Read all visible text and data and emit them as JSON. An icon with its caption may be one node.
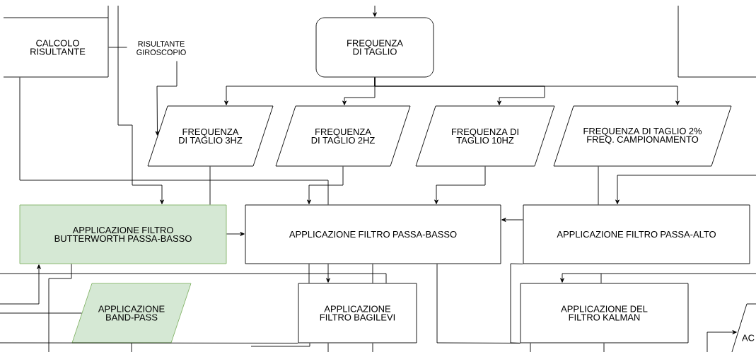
{
  "diagram": {
    "nodes": [
      {
        "text": [
          "CALCOLO RISULTANTE"
        ]
      },
      {
        "text": [
          "RISULTANTE GIROSCOPIO"
        ]
      },
      {
        "text": [
          "FREQUENZA DI TAGLIO"
        ]
      },
      {
        "text": [
          "FREQUENZA DI TAGLIO 3HZ"
        ]
      },
      {
        "text": [
          "FREQUENZA DI TAGLIO 2HZ"
        ]
      },
      {
        "text": [
          "FREQUENZA DI TAGLIO 10HZ"
        ]
      },
      {
        "text": [
          "FREQUENZA DI TAGLIO 2% FREQ. CAMPIONAMENTO"
        ]
      },
      {
        "text": [
          "APPLICAZIONE FILTRO BUTTERWORTH PASSA-BASSO"
        ]
      },
      {
        "text": [
          "APPLICAZIONE FILTRO PASSA-BASSO"
        ]
      },
      {
        "text": [
          "APPLICAZIONE FILTRO PASSA-ALTO"
        ]
      },
      {
        "text": [
          "APPLICAZIONE BAND-PASS"
        ]
      },
      {
        "text": [
          "APPLICAZIONE FILTRO BAGILEVI"
        ]
      },
      {
        "text": [
          "APPLICAZIONE DEL FILTRO KALMAN"
        ]
      },
      {
        "text": [
          "AC"
        ]
      }
    ],
    "edges": [
      {
        "from": null,
        "to": 2,
        "arrow": "to"
      },
      {
        "from": 2,
        "to": 3,
        "arrow": "to"
      },
      {
        "from": 2,
        "to": 4,
        "arrow": "to"
      },
      {
        "from": 2,
        "to": 5,
        "arrow": "to"
      },
      {
        "from": 2,
        "to": 6,
        "arrow": "to"
      },
      {
        "from": 1,
        "to": 3,
        "arrow": "to"
      },
      {
        "from": 0,
        "to": 8,
        "arrow": "none"
      },
      {
        "from": null,
        "to": 7,
        "arrow": "to"
      },
      {
        "from": 3,
        "to": 7,
        "arrow": "none"
      },
      {
        "from": 4,
        "to": 8,
        "arrow": "to"
      },
      {
        "from": 5,
        "to": 8,
        "arrow": "to"
      },
      {
        "from": 6,
        "to": 9,
        "arrow": "none"
      },
      {
        "from": null,
        "to": 9,
        "arrow": "to"
      },
      {
        "from": 9,
        "to": 8,
        "arrow": "to"
      },
      {
        "from": 7,
        "to": 8,
        "arrow": "to"
      },
      {
        "from": 8,
        "to": 11,
        "arrow": "to"
      },
      {
        "from": 8,
        "to": 11,
        "arrow": "none"
      },
      {
        "from": 8,
        "to": 11,
        "arrow": "none"
      },
      {
        "from": 8,
        "to": 12,
        "arrow": "none"
      },
      {
        "from": 9,
        "to": 12,
        "arrow": "none"
      },
      {
        "from": null,
        "to": 12,
        "arrow": "to"
      },
      {
        "from": null,
        "to": 12,
        "arrow": "none"
      },
      {
        "from": null,
        "to": 13,
        "arrow": "to"
      },
      {
        "from": 7,
        "to": null,
        "arrow": "none"
      },
      {
        "from": null,
        "to": 7,
        "arrow": "to"
      },
      {
        "from": null,
        "to": 10,
        "arrow": "none"
      },
      {
        "from": null,
        "to": 11,
        "arrow": "none"
      },
      {
        "from": null,
        "to": 11,
        "arrow": "none"
      },
      {
        "from": 0,
        "to": 1,
        "arrow": "none"
      },
      {
        "from": 10,
        "to": null,
        "arrow": "none"
      },
      {
        "from": 11,
        "to": null,
        "arrow": "none"
      },
      {
        "from": 11,
        "to": null,
        "arrow": "none"
      },
      {
        "from": 11,
        "to": null,
        "arrow": "none"
      },
      {
        "from": 12,
        "to": null,
        "arrow": "none"
      },
      {
        "from": 12,
        "to": null,
        "arrow": "none"
      }
    ]
  }
}
